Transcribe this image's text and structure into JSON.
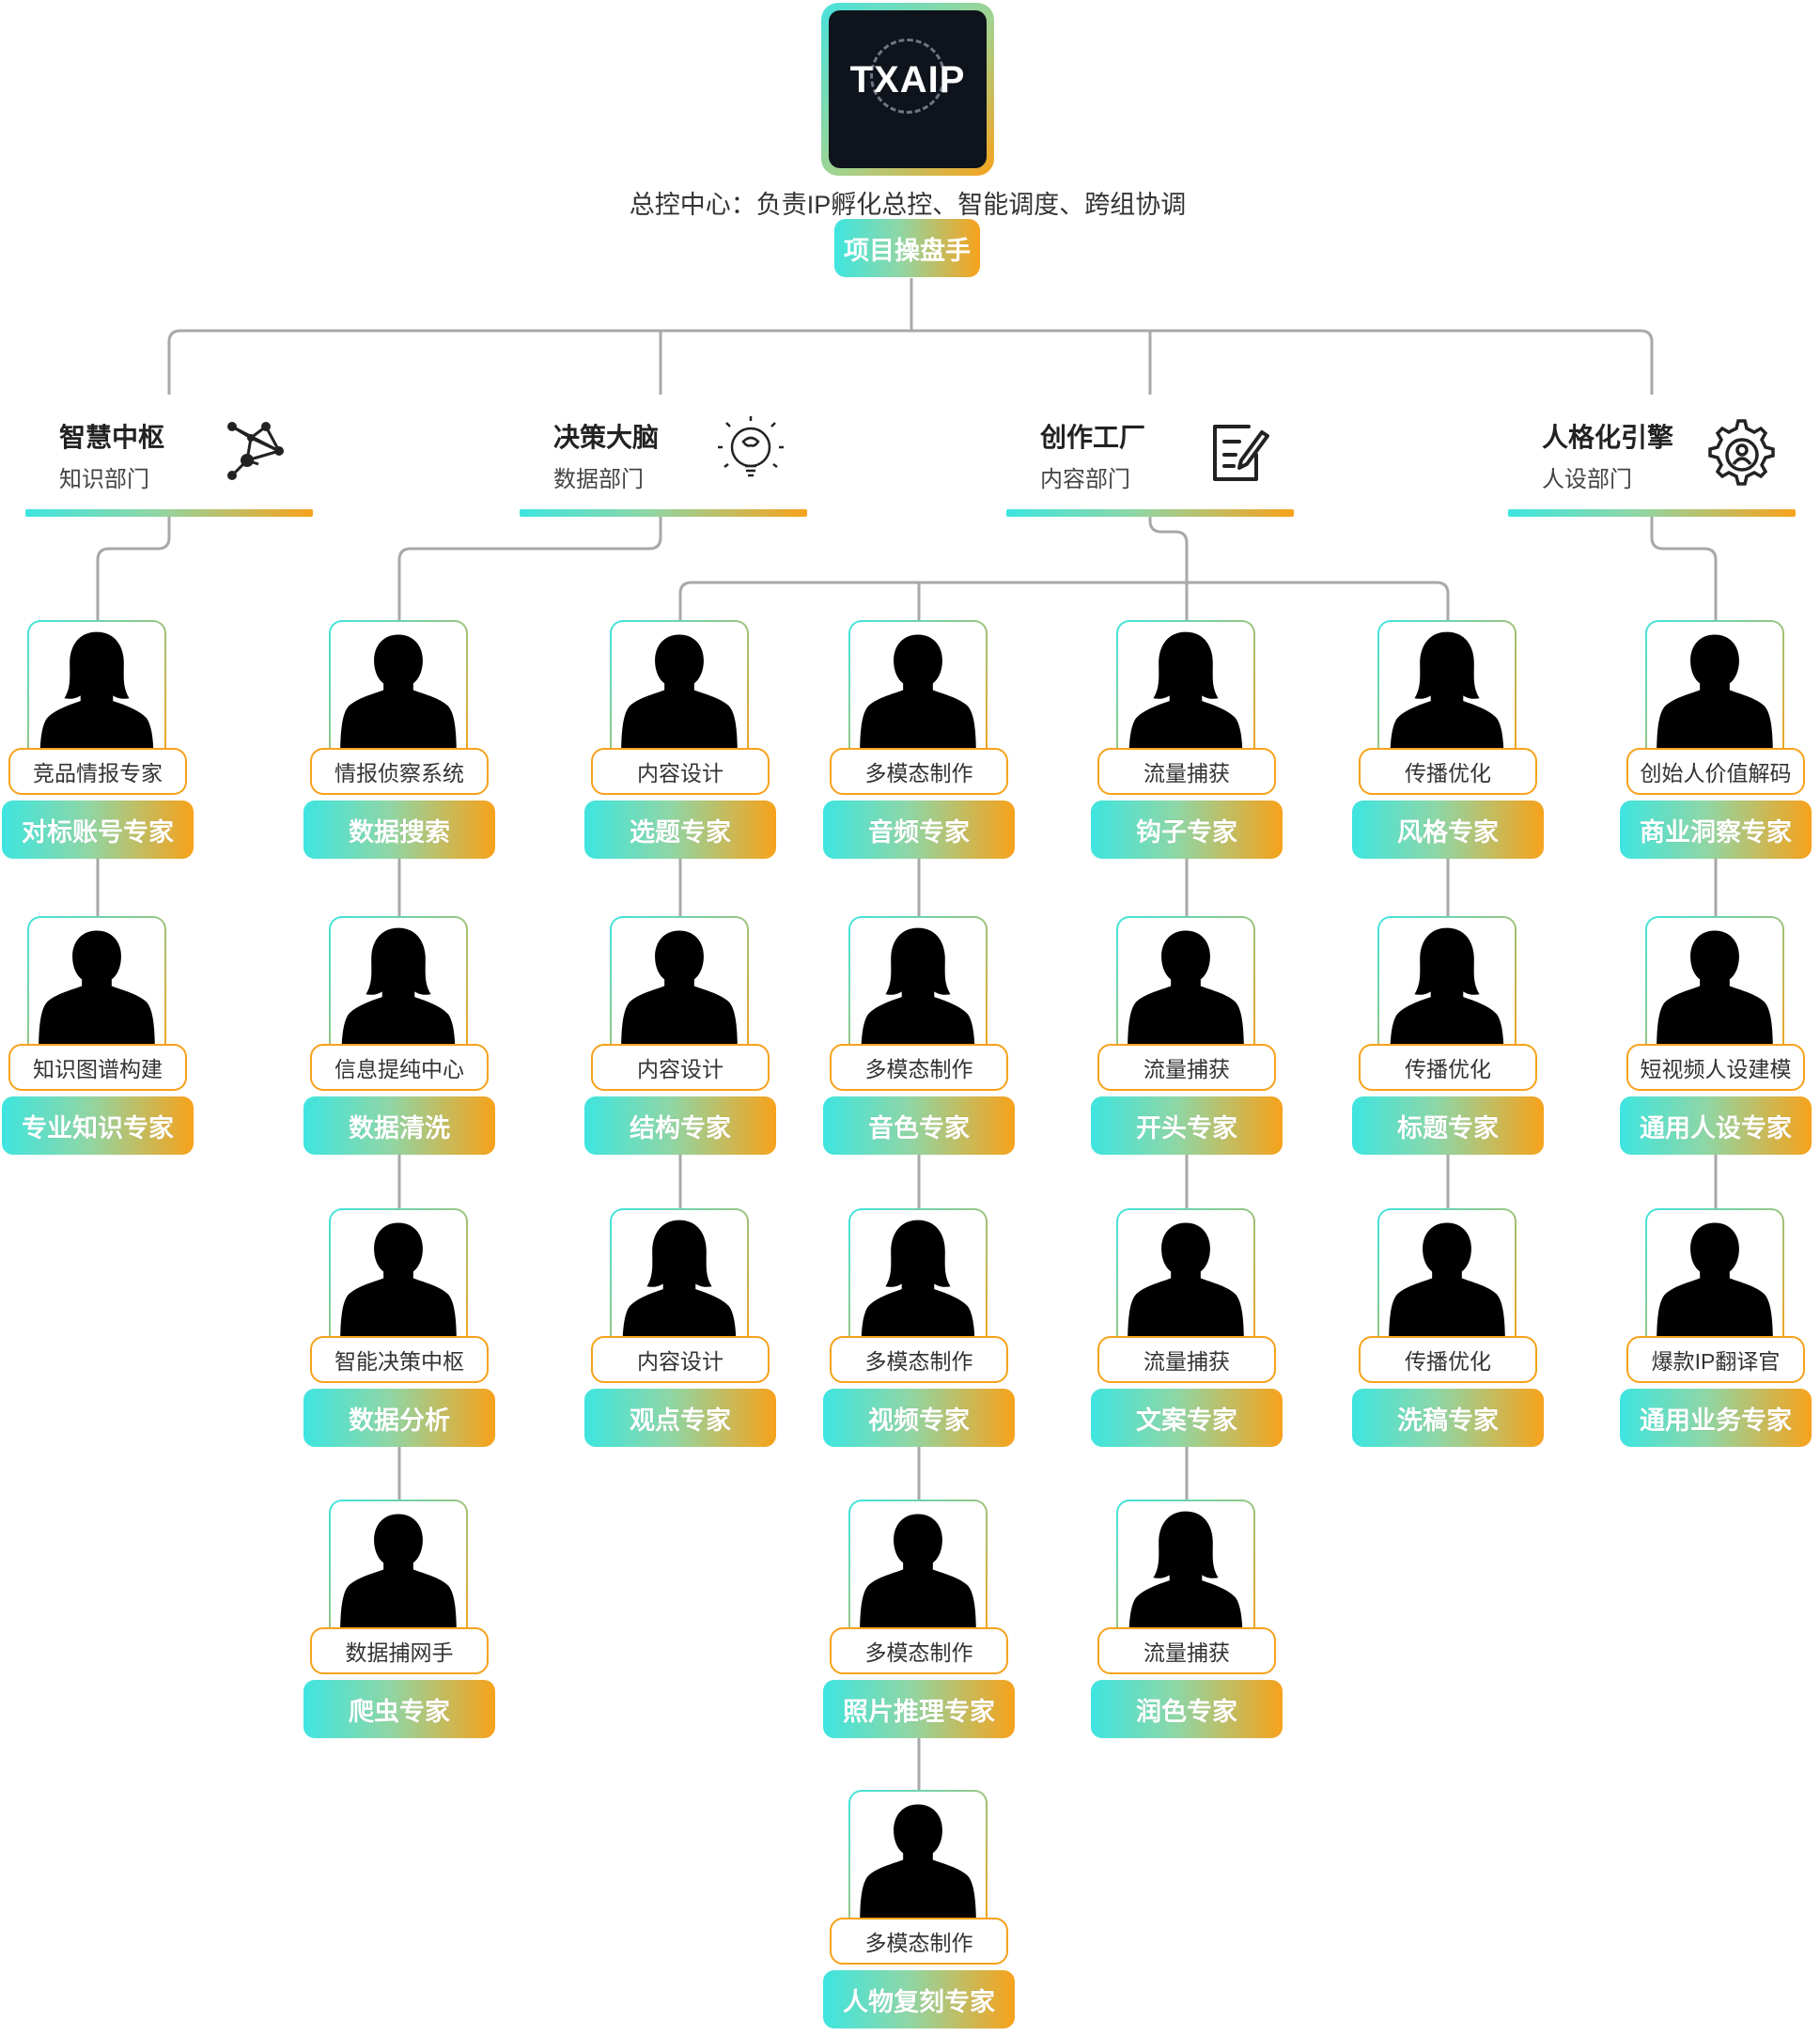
{
  "root": {
    "logo_text": "TXAIP",
    "description": "总控中心：负责IP孵化总控、智能调度、跨组协调",
    "title": "项目操盘手"
  },
  "colors": {
    "gradient_start": "#3ee5e0",
    "gradient_end": "#f7a21b",
    "connector": "#a8a8a8"
  },
  "departments": [
    {
      "title": "智慧中枢",
      "subtitle": "知识部门",
      "icon": "network-nodes-icon"
    },
    {
      "title": "决策大脑",
      "subtitle": "数据部门",
      "icon": "brain-bulb-icon"
    },
    {
      "title": "创作工厂",
      "subtitle": "内容部门",
      "icon": "edit-document-icon"
    },
    {
      "title": "人格化引擎",
      "subtitle": "人设部门",
      "icon": "gear-person-icon"
    }
  ],
  "columns": [
    {
      "dept": 0,
      "experts": [
        {
          "role": "竞品情报专家",
          "name": "对标账号专家",
          "avatar": "female"
        },
        {
          "role": "知识图谱构建",
          "name": "专业知识专家",
          "avatar": "male"
        }
      ]
    },
    {
      "dept": 1,
      "experts": [
        {
          "role": "情报侦察系统",
          "name": "数据搜索",
          "avatar": "male"
        },
        {
          "role": "信息提纯中心",
          "name": "数据清洗",
          "avatar": "female"
        },
        {
          "role": "智能决策中枢",
          "name": "数据分析",
          "avatar": "male"
        },
        {
          "role": "数据捕网手",
          "name": "爬虫专家",
          "avatar": "male"
        }
      ]
    },
    {
      "dept": 2,
      "experts": [
        {
          "role": "内容设计",
          "name": "选题专家",
          "avatar": "male"
        },
        {
          "role": "内容设计",
          "name": "结构专家",
          "avatar": "male"
        },
        {
          "role": "内容设计",
          "name": "观点专家",
          "avatar": "female"
        }
      ]
    },
    {
      "dept": 2,
      "experts": [
        {
          "role": "多模态制作",
          "name": "音频专家",
          "avatar": "male"
        },
        {
          "role": "多模态制作",
          "name": "音色专家",
          "avatar": "female"
        },
        {
          "role": "多模态制作",
          "name": "视频专家",
          "avatar": "female"
        },
        {
          "role": "多模态制作",
          "name": "照片推理专家",
          "avatar": "male"
        },
        {
          "role": "多模态制作",
          "name": "人物复刻专家",
          "avatar": "male"
        }
      ]
    },
    {
      "dept": 2,
      "experts": [
        {
          "role": "流量捕获",
          "name": "钩子专家",
          "avatar": "female"
        },
        {
          "role": "流量捕获",
          "name": "开头专家",
          "avatar": "male"
        },
        {
          "role": "流量捕获",
          "name": "文案专家",
          "avatar": "male"
        },
        {
          "role": "流量捕获",
          "name": "润色专家",
          "avatar": "female"
        }
      ]
    },
    {
      "dept": 2,
      "experts": [
        {
          "role": "传播优化",
          "name": "风格专家",
          "avatar": "female"
        },
        {
          "role": "传播优化",
          "name": "标题专家",
          "avatar": "female"
        },
        {
          "role": "传播优化",
          "name": "洗稿专家",
          "avatar": "male"
        }
      ]
    },
    {
      "dept": 3,
      "experts": [
        {
          "role": "创始人价值解码",
          "name": "商业洞察专家",
          "avatar": "male"
        },
        {
          "role": "短视频人设建模",
          "name": "通用人设专家",
          "avatar": "male"
        },
        {
          "role": "爆款IP翻译官",
          "name": "通用业务专家",
          "avatar": "male"
        }
      ]
    }
  ]
}
